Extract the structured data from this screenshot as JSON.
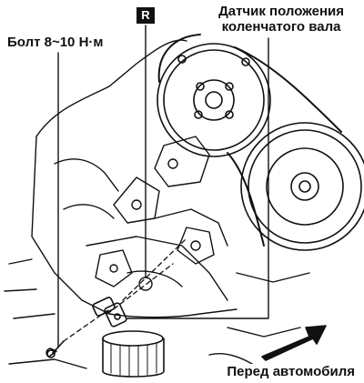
{
  "labels": {
    "sensor_line1": "Датчик положения",
    "sensor_line2": "коленчатого вала",
    "bolt": "Болт 8~10 Н·м",
    "front": "Перед автомобиля",
    "marker": "R"
  },
  "colors": {
    "ink": "#111111",
    "paper": "#ffffff"
  }
}
